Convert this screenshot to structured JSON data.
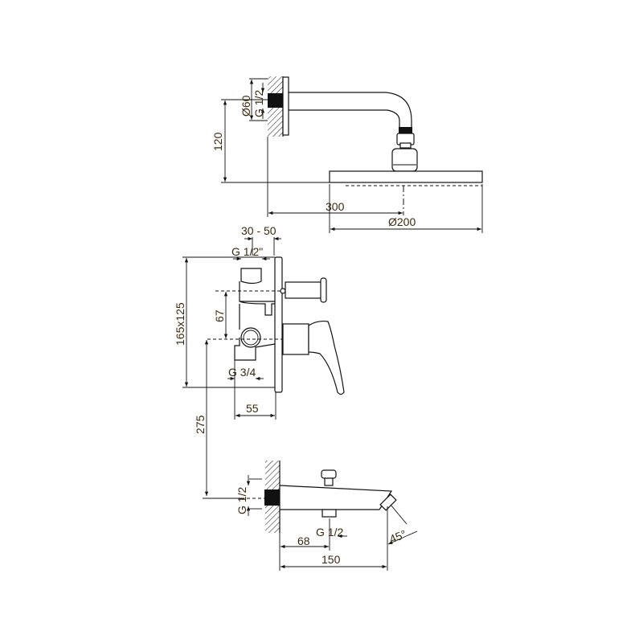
{
  "title": "Shower mixer set dimension drawing",
  "shower_head_section": {
    "dim_flange_diameter": "Ø60",
    "dim_thread": "G 1/2",
    "dim_height": "120",
    "dim_arm_length": "300",
    "dim_head_diameter": "Ø200"
  },
  "mixer_section": {
    "dim_depth_range": "30 - 50",
    "dim_top_thread": "G 1/2\"",
    "dim_plate_size": "165x125",
    "dim_outlet_spacing": "67",
    "dim_bottom_thread": "G 3/4",
    "dim_body_depth": "55",
    "dim_to_spout": "275"
  },
  "spout_section": {
    "dim_wall_thread": "G 1/2",
    "dim_outlet_offset": "68",
    "dim_outlet_thread": "G 1/2",
    "dim_length": "150",
    "dim_angle": "45°"
  },
  "colors": {
    "line": "#111111",
    "text": "#3a2a10"
  }
}
